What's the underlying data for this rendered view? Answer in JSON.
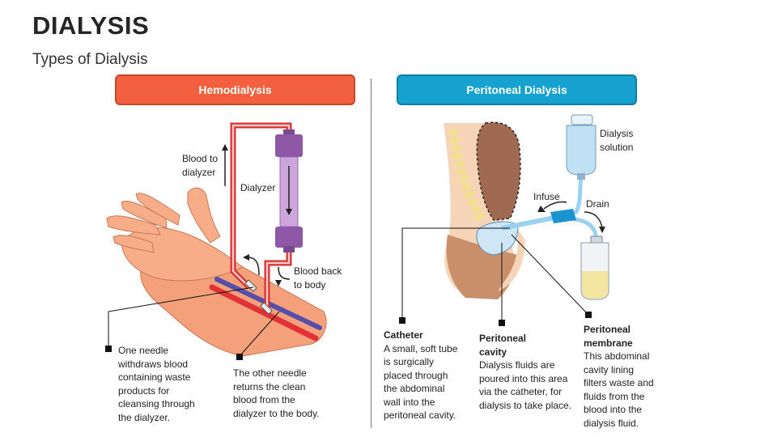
{
  "slide": {
    "title": "DIALYSIS",
    "subtitle": "Types of Dialysis"
  },
  "hemodialysis": {
    "header": "Hemodialysis",
    "blood_to_dialyzer_1": "Blood to",
    "blood_to_dialyzer_2": "dialyzer",
    "dialyzer_label": "Dialyzer",
    "blood_back_1": "Blood back",
    "blood_back_2": "to body",
    "needle1_lines": [
      "One needle",
      "withdraws blood",
      "containing waste",
      "products for",
      "cleansing through",
      "the dialyzer."
    ],
    "needle2_lines": [
      "The other needle",
      "returns the clean",
      "blood from the",
      "dialyzer to the body."
    ]
  },
  "peritoneal": {
    "header": "Peritoneal Dialysis",
    "solution_1": "Dialysis",
    "solution_2": "solution",
    "infuse": "Infuse",
    "drain": "Drain",
    "catheter_title": "Catheter",
    "catheter_lines": [
      "A small, soft tube",
      "is surgically",
      "placed through",
      "the abdominal",
      "wall into the",
      "peritoneal cavity."
    ],
    "cavity_title_1": "Peritoneal",
    "cavity_title_2": "cavity",
    "cavity_lines": [
      "Dialysis fluids are",
      "poured into this area",
      "via the catheter, for",
      "dialysis to take place."
    ],
    "membrane_title_1": "Peritoneal",
    "membrane_title_2": "membrane",
    "membrane_lines": [
      "This abdominal",
      "cavity lining",
      "filters waste and",
      "fluids from the",
      "blood into the",
      "dialysis fluid."
    ]
  },
  "colors": {
    "hemo_header": "#f2603f",
    "peritoneal_header": "#16a1cf",
    "tube_red": "#e03a3a",
    "dialyzer_purple": "#9b64b0",
    "skin": "#f4a07a"
  }
}
